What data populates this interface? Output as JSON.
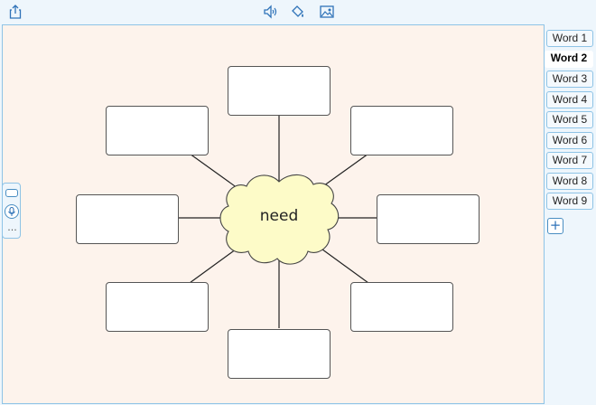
{
  "toolbar": {
    "icons": [
      "share-icon",
      "speaker-icon",
      "fill-bucket-icon",
      "image-icon"
    ]
  },
  "mind_map": {
    "center_word": "need",
    "word_boxes": [
      "",
      "",
      "",
      "",
      "",
      "",
      "",
      ""
    ]
  },
  "side_panel": {
    "more": "..."
  },
  "word_tabs": [
    "Word 1",
    "Word 2",
    "Word 3",
    "Word 4",
    "Word 5",
    "Word 6",
    "Word 7",
    "Word 8",
    "Word 9"
  ],
  "selected_word_tab": "Word 2",
  "add_label": "+",
  "colors": {
    "canvas_background": "#fdf3ec",
    "cloud_fill": "#fdfbc8",
    "panel_background": "#eef6fc",
    "border_accent": "#8ec3e6",
    "icon_blue": "#2f73b8"
  }
}
